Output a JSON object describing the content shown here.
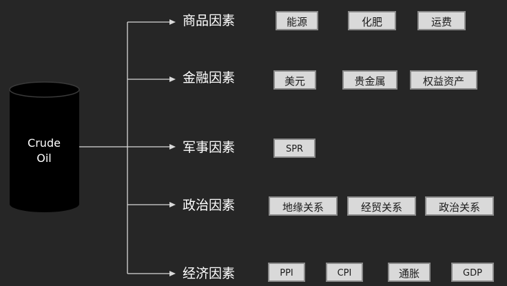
{
  "source": {
    "label_line1": "Crude",
    "label_line2": "Oil"
  },
  "categories": [
    {
      "label": "商品因素",
      "tags": [
        "能源",
        "化肥",
        "运费"
      ]
    },
    {
      "label": "金融因素",
      "tags": [
        "美元",
        "贵金属",
        "权益资产"
      ]
    },
    {
      "label": "军事因素",
      "tags": [
        "SPR"
      ]
    },
    {
      "label": "政治因素",
      "tags": [
        "地缘关系",
        "经贸关系",
        "政治关系"
      ]
    },
    {
      "label": "经济因素",
      "tags": [
        "PPI",
        "CPI",
        "通胀",
        "GDP"
      ]
    }
  ],
  "colors": {
    "background": "#262626",
    "line": "#d9d9d9",
    "tag_fill": "#d9d9d9",
    "barrel": "#000000"
  }
}
